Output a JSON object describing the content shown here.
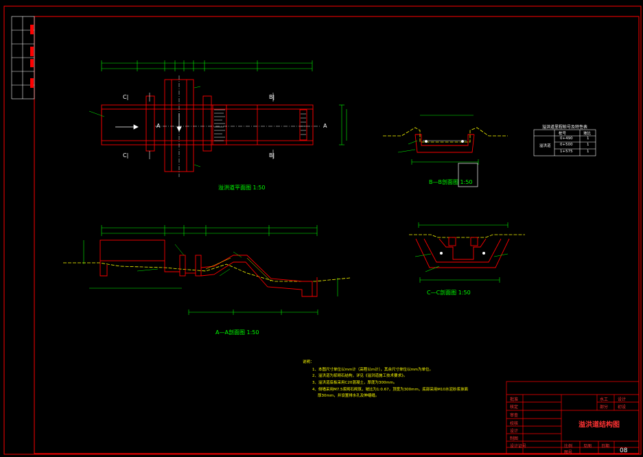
{
  "plan_view": {
    "caption": "溢洪道平面图",
    "scale": "1:50",
    "section_c_top": "C|",
    "section_c_bottom": "C|",
    "section_b_top": "B|",
    "section_b_bottom": "B|",
    "section_a_left": "A",
    "section_a_right": "A"
  },
  "section_aa": {
    "caption": "A—A剖面图",
    "scale": "1:50"
  },
  "section_bb": {
    "caption": "B—B剖面图",
    "scale": "1:50"
  },
  "section_cc": {
    "caption": "C—C剖面图",
    "scale": "1:50"
  },
  "table": {
    "title": "溢洪道里程桩号及特性表",
    "header": [
      "桩号",
      "坡比"
    ],
    "group_label": "溢洪道",
    "rows": [
      [
        "0+490",
        "1"
      ],
      [
        "0+500",
        "1"
      ],
      [
        "1+575",
        "1"
      ]
    ]
  },
  "notes": {
    "heading": "说明：",
    "items": [
      "1、本图尺寸单位以mm计（高程以m计），其余尺寸单位以mm为单位。",
      "2、溢洪道为浆砌石结构，详见《溢洪道施工技术要求》。",
      "3、溢洪道底板采用C20混凝土，厚度为300mm。",
      "4、侧墙采用M7.5浆砌石砌筑，坡比为1:0.67，顶宽为300mm，底部采用M10水泥砂浆抹面",
      "厚30mm，并设置排水孔及伸缩缝。"
    ]
  },
  "title_block": {
    "drawing_title": "溢洪道结构图",
    "left_labels": [
      "批准",
      "核定",
      "审查",
      "校核",
      "设计",
      "制图",
      "设计证号"
    ],
    "right_top": [
      "水工",
      "设计"
    ],
    "right_mid": [
      "部分",
      "初设"
    ],
    "bottom_labels": [
      "比例",
      "见图",
      "日期"
    ],
    "sheet_label": "图号",
    "sheet_no": "08"
  },
  "colors": {
    "frame": "#ff0000",
    "dimension": "#00ff00",
    "structure": "#ff0000",
    "ground": "#ffff00",
    "text": "#ffffff"
  }
}
